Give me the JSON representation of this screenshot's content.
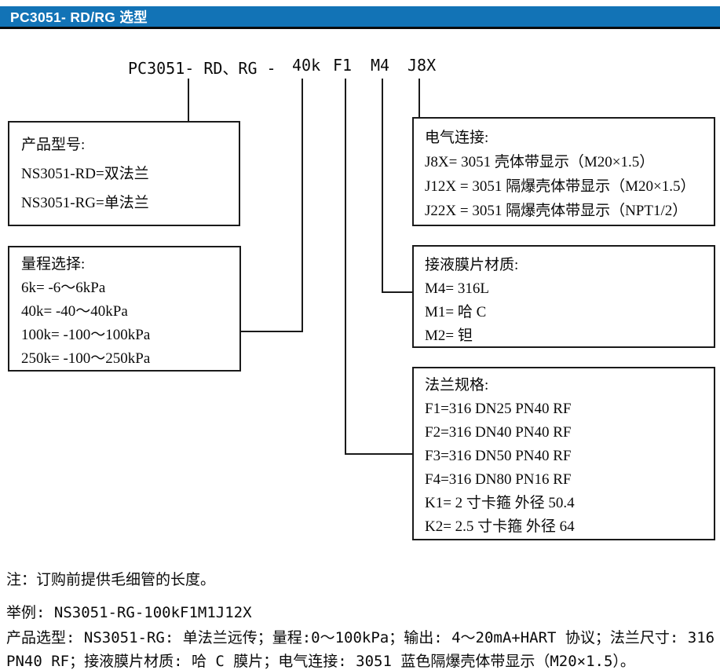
{
  "header": {
    "title": "PC3051- RD/RG 选型",
    "bar_color": "#1273B6"
  },
  "model_code": {
    "base": "PC3051- RD、RG -",
    "range_code": "40k",
    "flange_code": "F1",
    "diaphragm_code": "M4",
    "electrical_code": "J8X"
  },
  "boxes": {
    "product_model": {
      "title": "产品型号:",
      "lines": [
        "NS3051-RD=双法兰",
        "NS3051-RG=单法兰"
      ]
    },
    "range": {
      "title": "量程选择:",
      "lines": [
        "6k= -6～6kPa",
        "40k= -40～40kPa",
        "100k= -100～100kPa",
        "250k= -100～250kPa"
      ]
    },
    "electrical": {
      "title": "电气连接:",
      "lines": [
        "J8X= 3051 壳体带显示（M20×1.5）",
        "J12X = 3051 隔爆壳体带显示（M20×1.5）",
        "J22X = 3051 隔爆壳体带显示（NPT1/2）"
      ]
    },
    "diaphragm": {
      "title": "接液膜片材质:",
      "lines": [
        "M4= 316L",
        "M1=  哈 C",
        "M2=  钽"
      ]
    },
    "flange": {
      "title": "法兰规格:",
      "lines": [
        "F1=316 DN25 PN40 RF",
        "F2=316 DN40 PN40 RF",
        "F3=316 DN50 PN40 RF",
        "F4=316 DN80 PN16 RF",
        "K1= 2 寸卡箍  外径 50.4",
        "K2= 2.5 寸卡箍  外径 64"
      ]
    }
  },
  "notes": {
    "capillary_note": "注：订购前提供毛细管的长度。",
    "example": "举例: NS3051-RG-100kF1M1J12X",
    "selection_line1": "产品选型: NS3051-RG: 单法兰远传；量程:0～100kPa；输出: 4～20mA+HART 协议；法兰尺寸: 316 DN25",
    "selection_line2": "PN40 RF；接液膜片材质: 哈 C 膜片；电气连接: 3051 蓝色隔爆壳体带显示（M20×1.5）。"
  }
}
